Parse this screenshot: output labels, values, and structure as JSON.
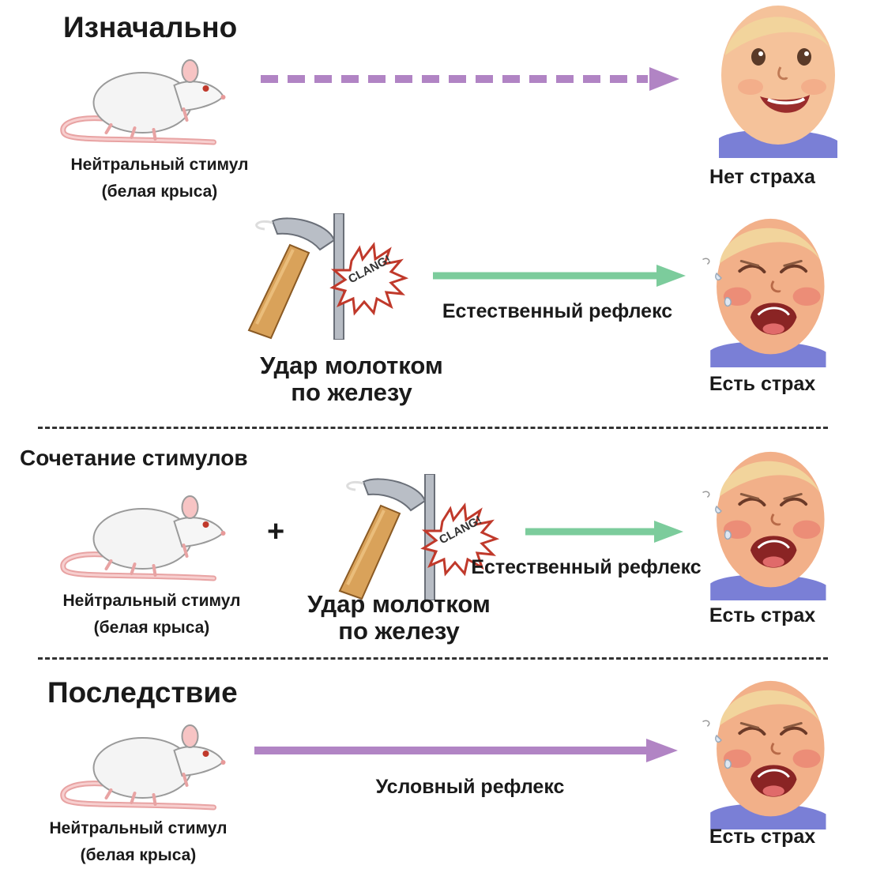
{
  "sections": {
    "initial": {
      "title": "Изначально",
      "stimulus": {
        "line1": "Нейтральный стимул",
        "line2": "(белая крыса)"
      },
      "result": "Нет страха"
    },
    "reflex": {
      "hammer": {
        "line1": "Удар молотком",
        "line2": "по железу",
        "sound": "CLANG!"
      },
      "arrow_label": "Естественный рефлекс",
      "result": "Есть страх"
    },
    "pairing": {
      "title": "Сочетание стимулов",
      "stimulus": {
        "line1": "Нейтральный стимул",
        "line2": "(белая крыса)"
      },
      "plus": "+",
      "hammer": {
        "line1": "Удар молотком",
        "line2": "по железу",
        "sound": "CLANG!"
      },
      "arrow_label": "Естественный рефлекс",
      "result": "Есть страх"
    },
    "after": {
      "title": "Последствие",
      "stimulus": {
        "line1": "Нейтральный стимул",
        "line2": "(белая крыса)"
      },
      "arrow_label": "Условный рефлекс",
      "result": "Есть страх"
    }
  },
  "colors": {
    "dashed_arrow": "#b184c4",
    "natural_reflex_arrow": "#7ccc9c",
    "conditioned_arrow": "#b184c4"
  }
}
